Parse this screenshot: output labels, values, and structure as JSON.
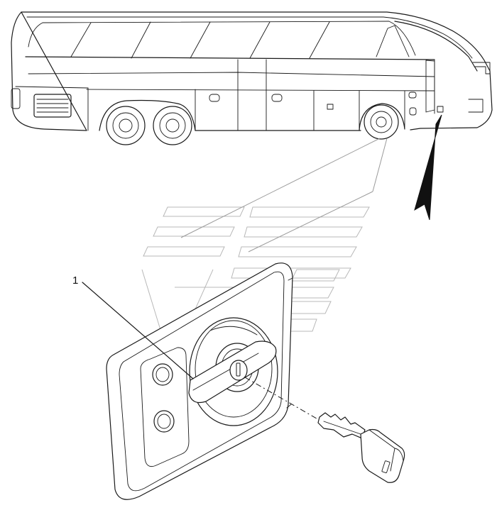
{
  "callouts": [
    {
      "label": "1"
    }
  ],
  "colors": {
    "line": "#1a1a1a",
    "leader_gray": "#9a9a9a",
    "watermark": "#b8b8b8",
    "background": "#ffffff"
  },
  "icons": [
    "bus-side-view",
    "direction-arrow",
    "door-lock-assembly",
    "key-icon",
    "watermark-logo"
  ]
}
